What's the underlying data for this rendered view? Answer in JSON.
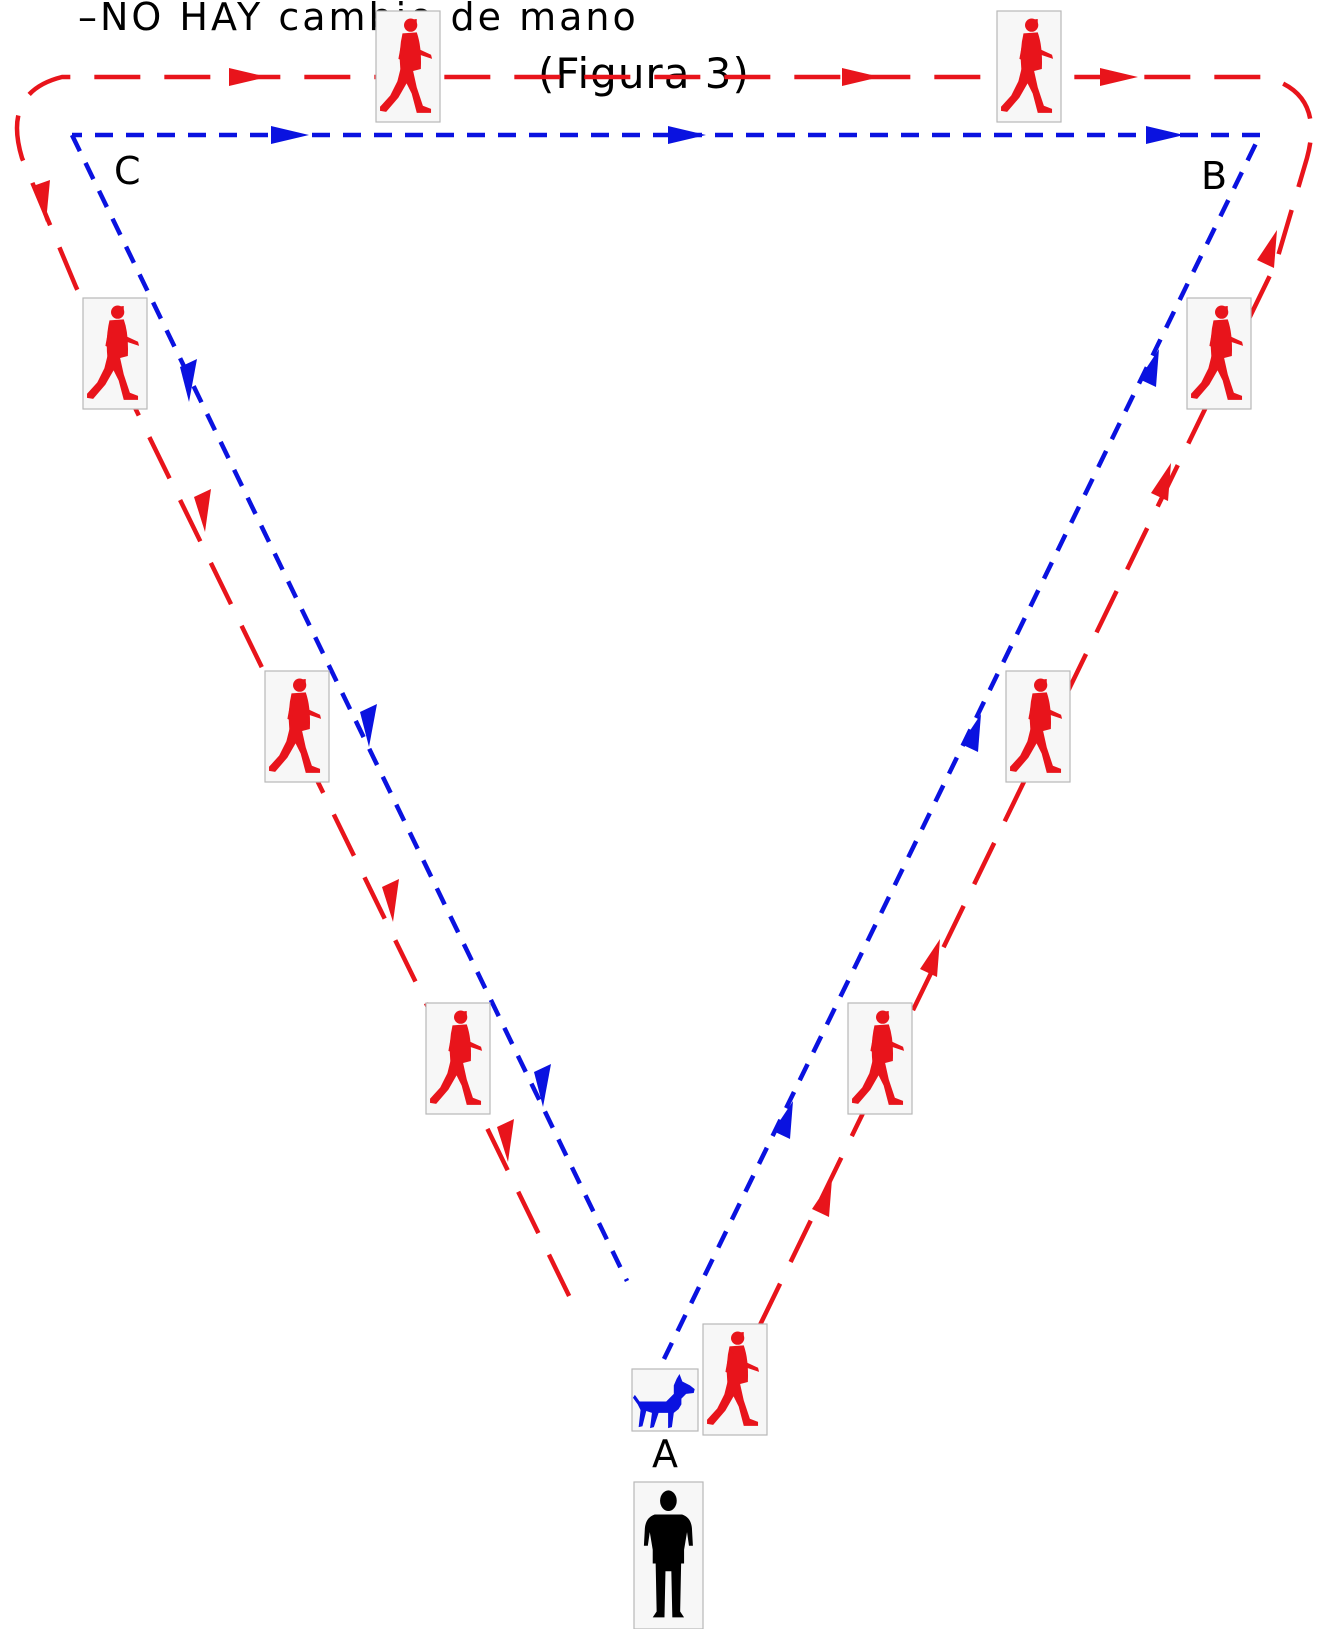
{
  "title": "–NO HAY cambio de mano",
  "caption": "(Figura 3)",
  "points": {
    "a": "A",
    "b": "B",
    "c": "C"
  },
  "colors": {
    "handler_path": "#e8141b",
    "dog_path": "#0a12e0",
    "judge": "#000000",
    "background": "#ffffff"
  },
  "icons": {
    "walker": "walking-person-icon",
    "dog": "dog-icon",
    "judge": "standing-person-icon"
  }
}
